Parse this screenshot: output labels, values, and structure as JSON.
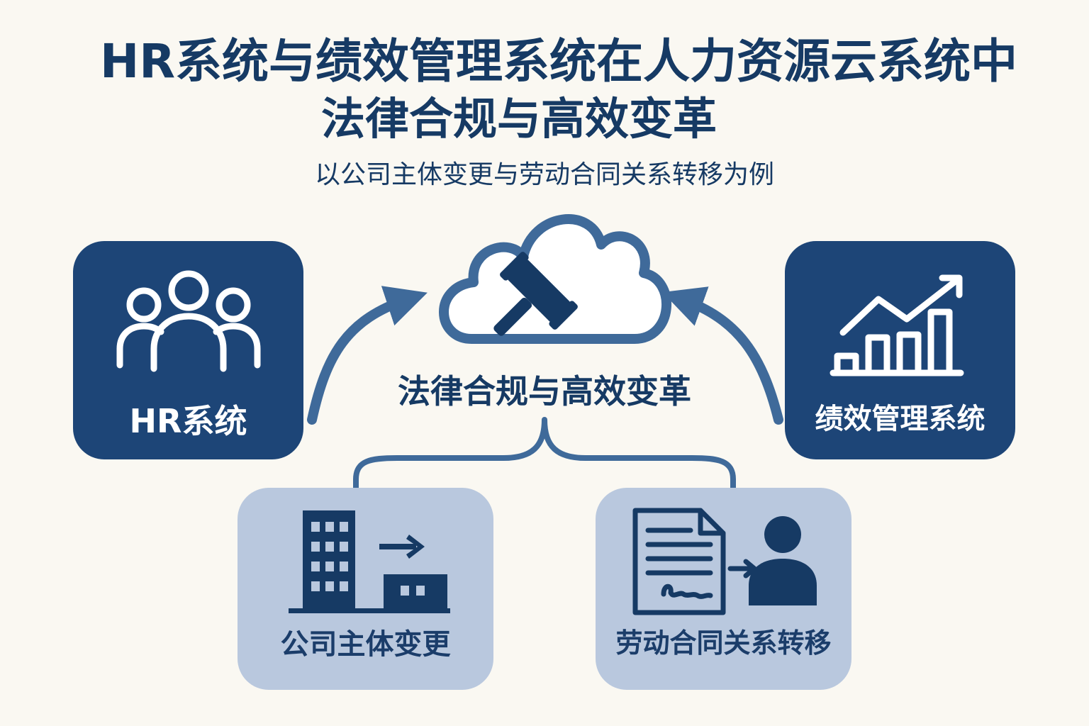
{
  "title": {
    "line1": "HR系统与绩效管理系统在人力资源云系统中",
    "line2": "法律合规与高效变革"
  },
  "subtitle": "以公司主体变更与劳动合同关系转移为例",
  "center": {
    "label": "法律合规与高效变革",
    "icon": "gavel-in-cloud-icon"
  },
  "nodes": {
    "hr_system": {
      "label": "HR系统",
      "icon": "people-group-icon"
    },
    "performance_system": {
      "label": "绩效管理系统",
      "icon": "growth-chart-icon"
    },
    "company_change": {
      "label": "公司主体变更",
      "icon": "building-transfer-icon"
    },
    "contract_transfer": {
      "label": "劳动合同关系转移",
      "icon": "contract-to-person-icon"
    }
  },
  "colors": {
    "background": "#faf8f2",
    "dark_navy": "#1d4577",
    "light_blue": "#b9c8de",
    "arrow_blue": "#3f6a9a",
    "text": "#163a64"
  }
}
